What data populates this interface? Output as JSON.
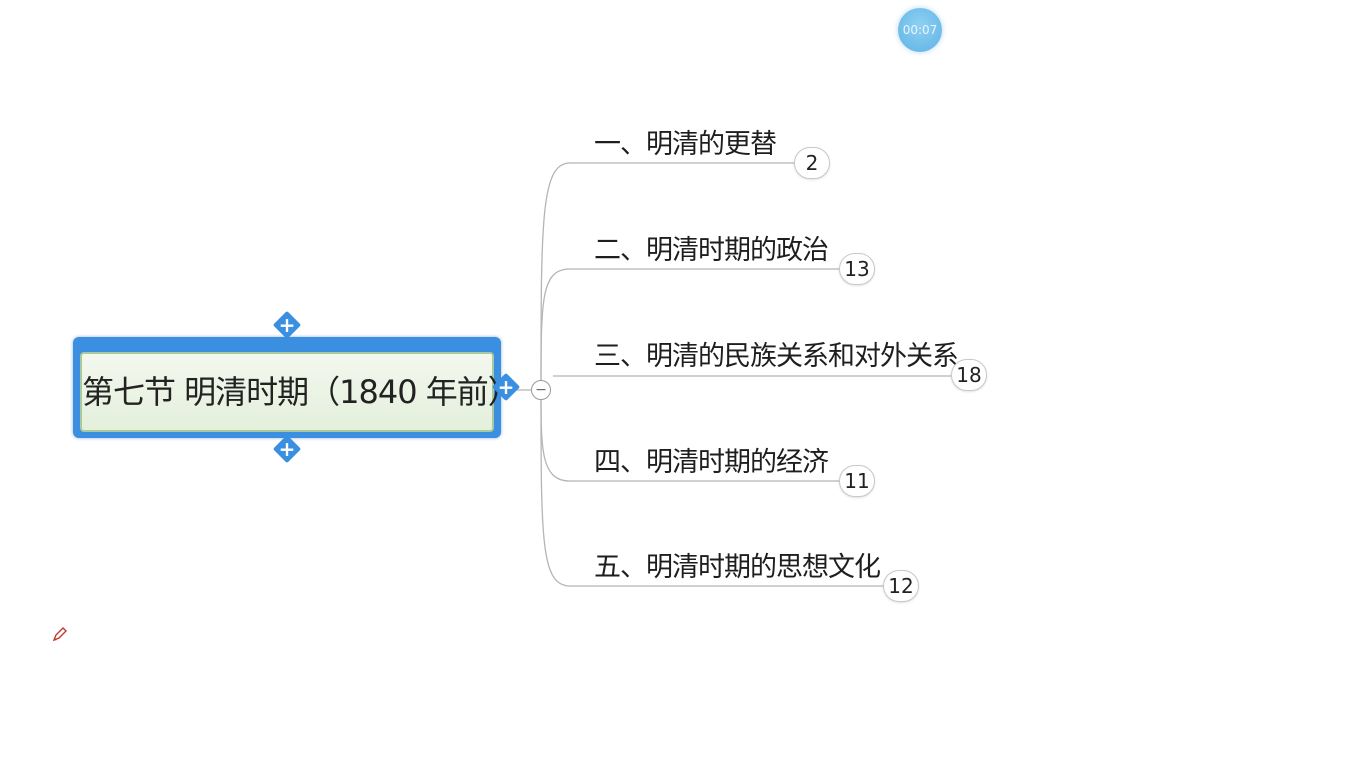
{
  "timer": {
    "text": "00:07"
  },
  "root": {
    "title": "第七节 明清时期（1840 年前）"
  },
  "topics": [
    {
      "label": "一、明清的更替",
      "count": "2"
    },
    {
      "label": "二、明清时期的政治",
      "count": "13"
    },
    {
      "label": "三、明清的民族关系和对外关系",
      "count": "18"
    },
    {
      "label": "四、明清时期的经济",
      "count": "11"
    },
    {
      "label": "五、明清时期的思想文化",
      "count": "12"
    }
  ],
  "controls": {
    "expand_symbol": "+",
    "collapse_symbol": "−"
  },
  "icons": {
    "add_top": "plus-icon",
    "add_bottom": "plus-icon",
    "add_right": "plus-icon",
    "collapse": "minus-icon",
    "annotation": "pen-icon"
  },
  "colors": {
    "root_frame": "#3a8fe0",
    "root_fill": "#e4efdc",
    "connector": "#b5b5b5",
    "timer": "#6cbbe8"
  }
}
